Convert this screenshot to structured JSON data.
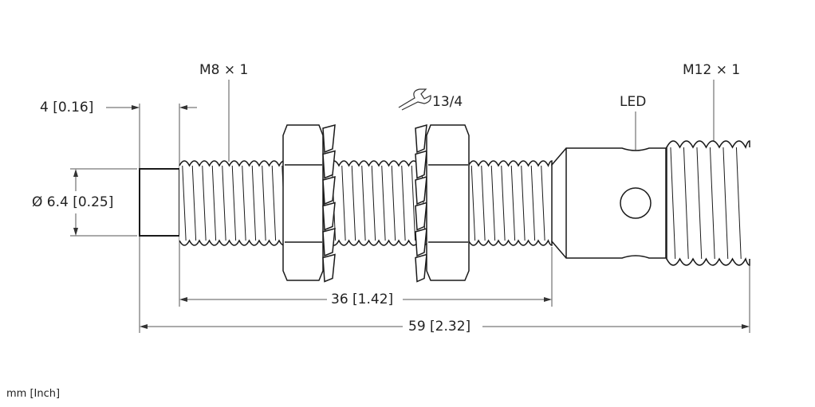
{
  "labels": {
    "tip_length": "4 [0.16]",
    "diameter": "Ø 6.4 [0.25]",
    "thread_m8": "M8 × 1",
    "wrench_size": "13/4",
    "led": "LED",
    "thread_m12": "M12 × 1",
    "thread_length": "36 [1.42]",
    "total_length": "59 [2.32]",
    "units": "mm [Inch]"
  },
  "colors": {
    "line": "#1a1a1a",
    "dim": "#555555"
  }
}
